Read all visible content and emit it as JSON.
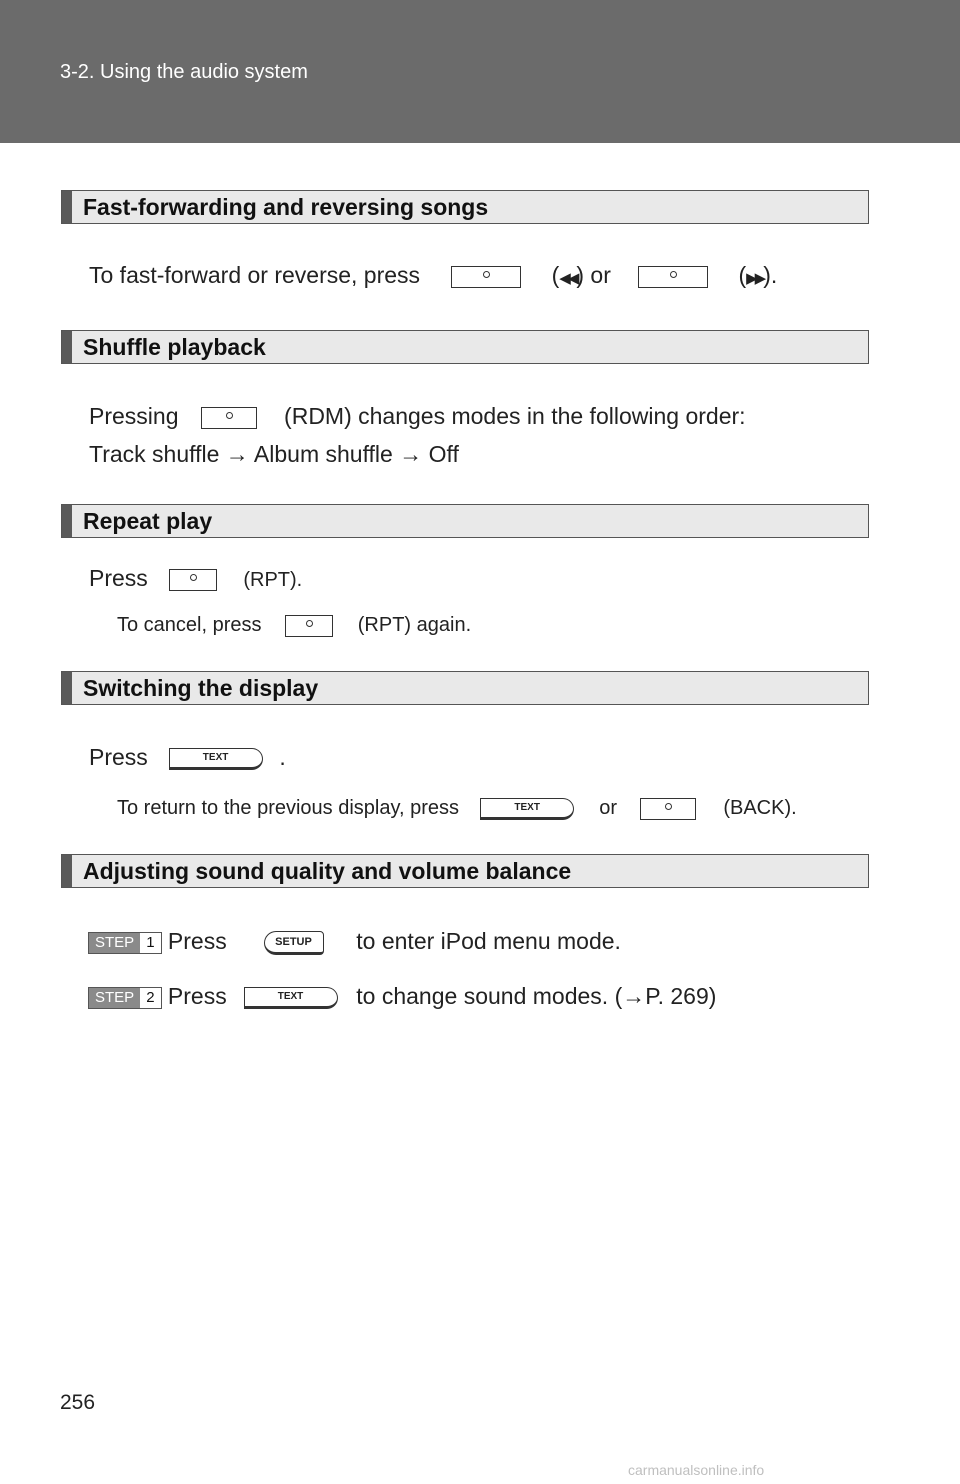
{
  "header": {
    "breadcrumb": "3-2. Using the audio system"
  },
  "sections": [
    {
      "title": "Fast-forwarding and reversing songs",
      "lines": [
        {
          "t1": "To fast-forward or reverse, press",
          "t2": "(",
          "t3": ") or",
          "t4": "(",
          "t5": ")."
        }
      ]
    },
    {
      "title": "Shuffle playback",
      "lines": [
        {
          "t1": "Pressing",
          "t2": "(RDM) changes modes in the following order:"
        },
        {
          "t1": "Track shuffle",
          "arrow": "→",
          "t2": "Album shuffle",
          "t3": "Off"
        }
      ]
    },
    {
      "title": "Repeat play",
      "lines": [
        {
          "t1": "Press",
          "t2": "(RPT)."
        },
        {
          "t1": "To cancel, press",
          "t2": "(RPT) again."
        }
      ]
    },
    {
      "title": "Switching the display",
      "lines": [
        {
          "t1": "Press",
          "t2": "."
        },
        {
          "t1": "To return to the previous display, press",
          "t2": "or",
          "t3": "(BACK)."
        }
      ]
    },
    {
      "title": "Adjusting sound quality and volume balance",
      "steps": [
        {
          "label": "STEP",
          "num": "1",
          "t1": "Press",
          "t2": "to enter iPod menu mode."
        },
        {
          "label": "STEP",
          "num": "2",
          "t1": "Press",
          "t2": "to change sound modes. (",
          "ref": "P. 269)"
        }
      ]
    }
  ],
  "buttons": {
    "text_label": "TEXT",
    "setup_label": "SETUP"
  },
  "icons": {
    "rewind": "◀◀",
    "forward": "▶▶",
    "arrow": "→"
  },
  "page_number": "256",
  "watermark": "carmanualsonline.info"
}
